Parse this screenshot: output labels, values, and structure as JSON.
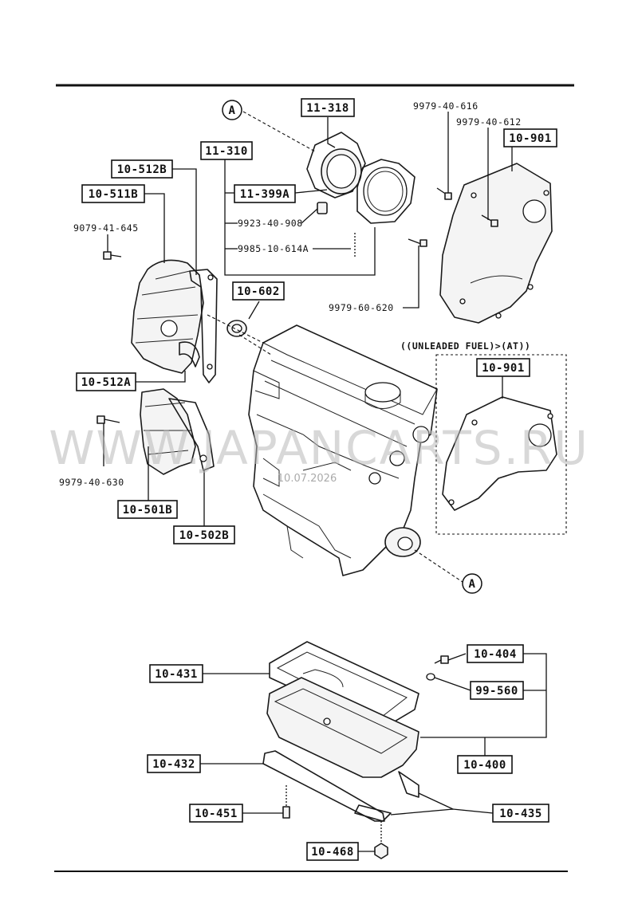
{
  "callouts": {
    "p11_318": "11-318",
    "p11_310": "11-310",
    "p11_399A": "11-399A",
    "p10_512B": "10-512B",
    "p10_511B": "10-511B",
    "p10_602": "10-602",
    "p10_512A": "10-512A",
    "p10_501B": "10-501B",
    "p10_502B": "10-502B",
    "p10_901_top": "10-901",
    "p10_901_at": "10-901",
    "p10_431": "10-431",
    "p10_432": "10-432",
    "p10_451": "10-451",
    "p10_468": "10-468",
    "p10_404": "10-404",
    "p99_560": "99-560",
    "p10_400": "10-400",
    "p10_435": "10-435"
  },
  "bolts": {
    "b9979_40_616": "9979-40-616",
    "b9979_40_612": "9979-40-612",
    "b9079_41_645": "9079-41-645",
    "b9923_40_908": "9923-40-908",
    "b9985_10_614A": "9985-10-614A",
    "b9979_60_620": "9979-60-620",
    "b9979_40_630": "9979-40-630"
  },
  "refs": {
    "ref_top": "A",
    "ref_bottom": "A"
  },
  "notes": {
    "unleaded_at": "((UNLEADED FUEL)>(AT))"
  },
  "watermark": {
    "text": "WWW.JAPANCARTS.RU",
    "date": "10.07.2026"
  }
}
